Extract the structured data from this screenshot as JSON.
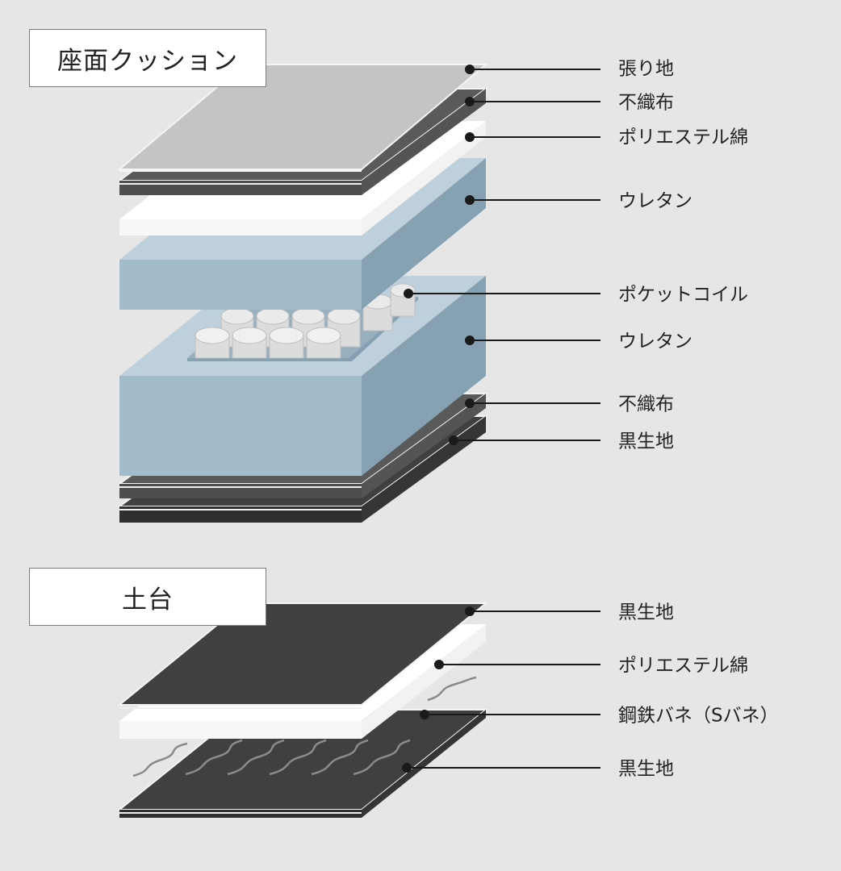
{
  "colors": {
    "background": "#e6e6e6",
    "upholstery": "#c4c4c4",
    "nonwoven": "#5a5a5a",
    "polyester": "#ffffff",
    "urethane_front": "#a3bccb",
    "urethane_side": "#86a2b2",
    "urethane_top": "#bdd0dc",
    "black_cloth": "#404040",
    "edge": "#f4f4f4"
  },
  "sections": {
    "cushion": {
      "title": "座面クッション"
    },
    "base": {
      "title": "土台"
    }
  },
  "cushion_labels": [
    {
      "text": "張り地",
      "icon": "layer-upholstery"
    },
    {
      "text": "不織布",
      "icon": "layer-nonwoven"
    },
    {
      "text": "ポリエステル綿",
      "icon": "layer-polyester"
    },
    {
      "text": "ウレタン",
      "icon": "layer-urethane"
    },
    {
      "text": "ポケットコイル",
      "icon": "layer-pocket-coil"
    },
    {
      "text": "ウレタン",
      "icon": "layer-urethane"
    },
    {
      "text": "不織布",
      "icon": "layer-nonwoven"
    },
    {
      "text": "黒生地",
      "icon": "layer-black-cloth"
    }
  ],
  "base_labels": [
    {
      "text": "黒生地",
      "icon": "layer-black-cloth"
    },
    {
      "text": "ポリエステル綿",
      "icon": "layer-polyester"
    },
    {
      "text": "鋼鉄バネ（Sバネ）",
      "icon": "layer-s-spring"
    },
    {
      "text": "黒生地",
      "icon": "layer-black-cloth"
    }
  ]
}
